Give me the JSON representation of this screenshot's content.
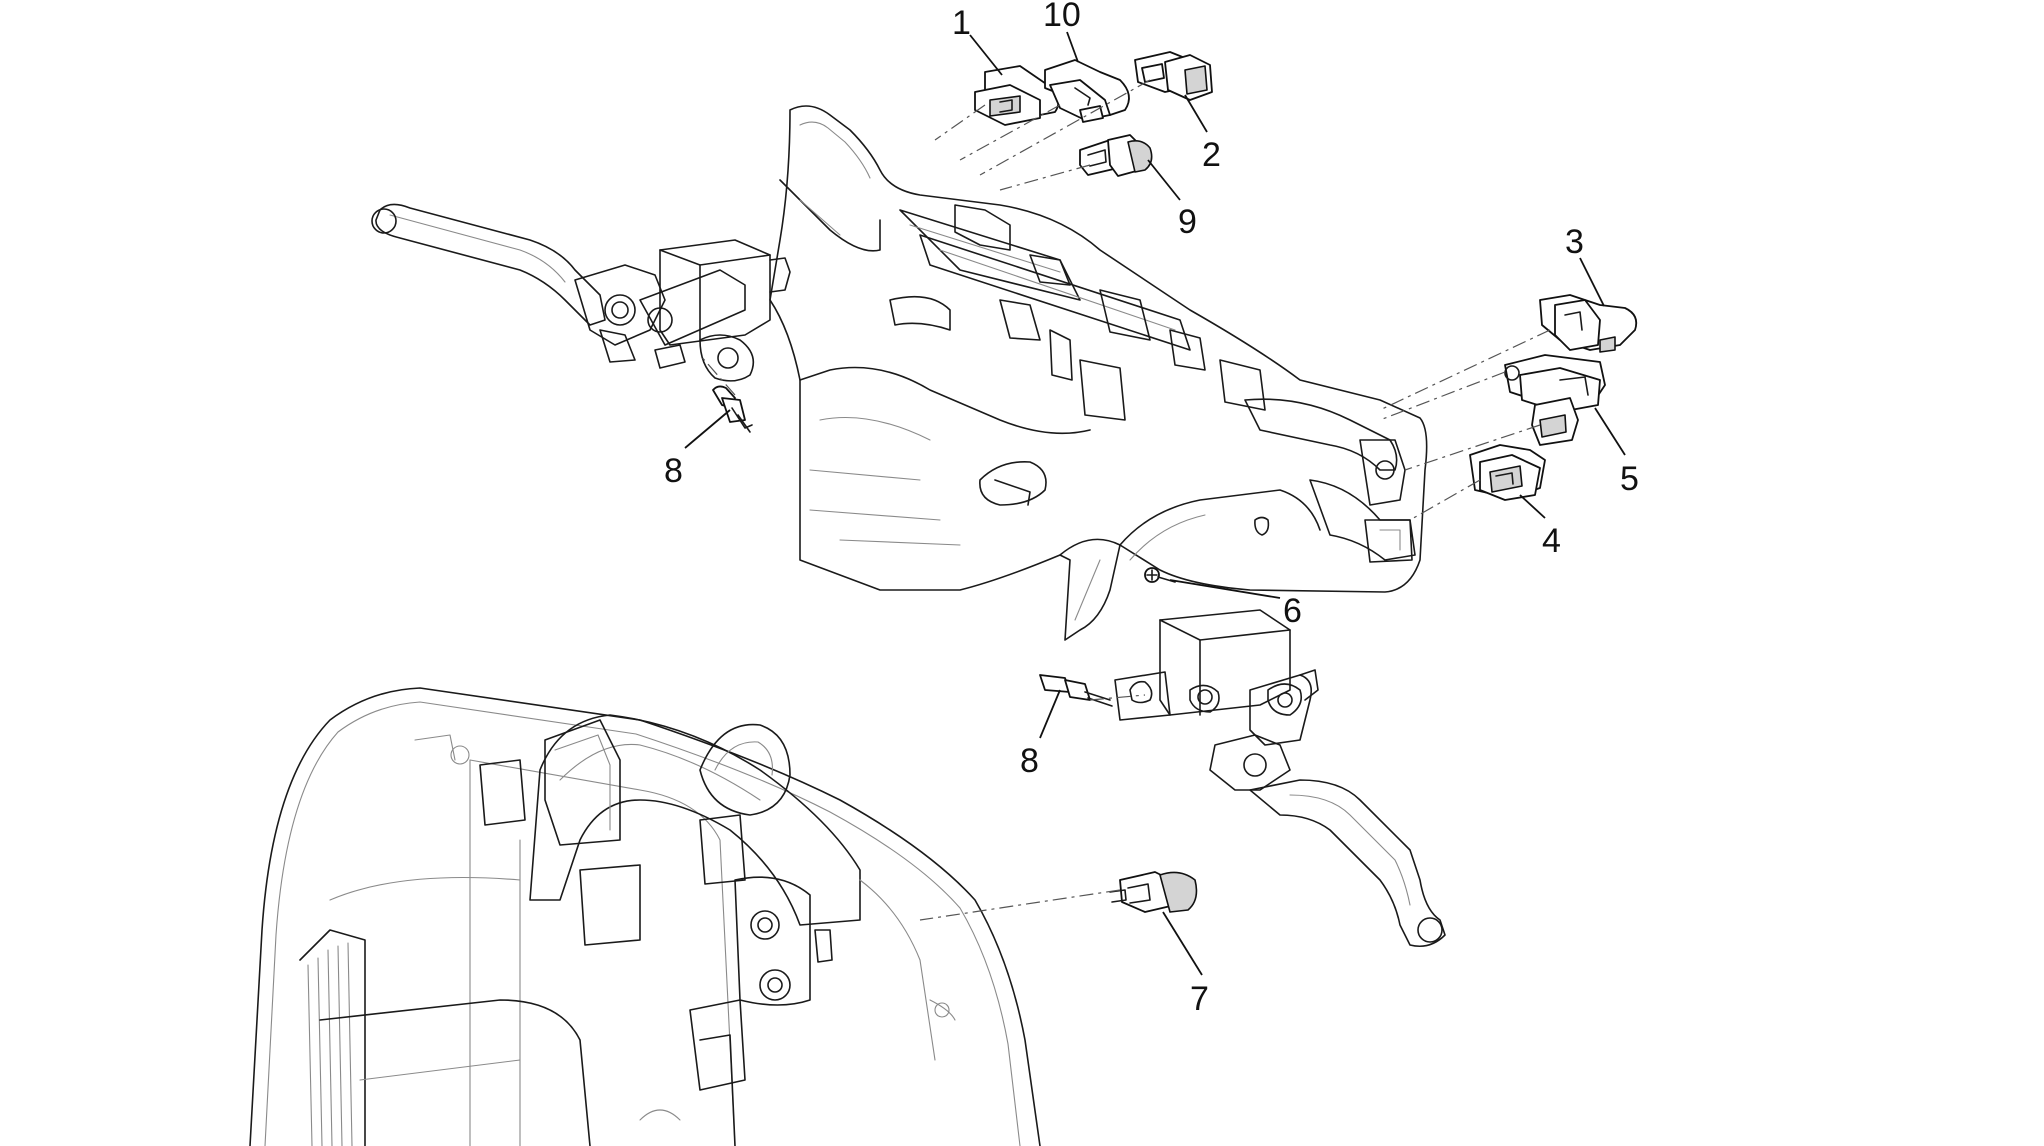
{
  "callouts": {
    "c1": "1",
    "c10": "10",
    "c2": "2",
    "c9": "9",
    "c3": "3",
    "c5": "5",
    "c4": "4",
    "c6": "6",
    "c8a": "8",
    "c8b": "8",
    "c7": "7"
  },
  "colors": {
    "line": "#1a1a1a",
    "thin_line": "#8a8a8a",
    "part_fill": "#ffffff",
    "shade": "#d4d4d4"
  }
}
